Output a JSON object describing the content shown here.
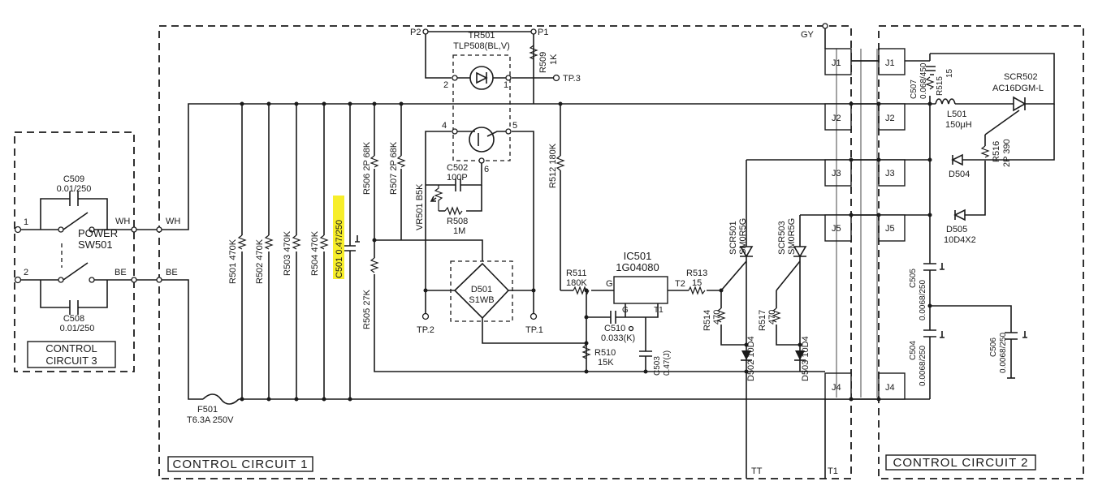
{
  "circuits": {
    "control_1": "CONTROL CIRCUIT 1",
    "control_2": "CONTROL CIRCUIT 2",
    "control_3_line1": "CONTROL",
    "control_3_line2": "CIRCUIT 3"
  },
  "switch": {
    "label1": "POWER",
    "label2": "SW501",
    "terminal1": "1",
    "terminal2": "2",
    "wh": "WH",
    "be": "BE"
  },
  "cap_c509": {
    "name": "C509",
    "value": "0.01/250"
  },
  "cap_c508": {
    "name": "C508",
    "value": "0.01/250"
  },
  "wire_wh": "WH",
  "wire_be": "BE",
  "fuse": {
    "name": "F501",
    "value": "T6.3A 250V"
  },
  "resistors": {
    "r501": "R501 470K",
    "r502": "R502 470K",
    "r503": "R503 470K",
    "r504": "R504 470K",
    "r505": "R505 27K",
    "r506": "R506 2P 68K",
    "r507": "R507 2P 68K",
    "r508_name": "R508",
    "r508_value": "1M",
    "r509_name": "R509",
    "r509_value": "1K",
    "r510_name": "R510",
    "r510_value": "15K",
    "r511_name": "R511",
    "r511_value": "180K",
    "r512": "R512 180K",
    "r513_name": "R513",
    "r513_value": "15",
    "r514_name": "R514",
    "r514_value": "470",
    "r515_name": "R515",
    "r515_value": "15",
    "r516_name": "R516",
    "r516_value": "2P 390",
    "r517_name": "R517",
    "r517_value": "470"
  },
  "c501": {
    "label": "C501 0.47/250",
    "highlight_color": "#f7ee2a"
  },
  "c502": {
    "name": "C502",
    "value": "100P"
  },
  "c503": {
    "name": "C503",
    "value": "0.47(J)"
  },
  "c504": {
    "name": "C504",
    "value": "0.0068/250"
  },
  "c505": {
    "name": "C505",
    "value": "0.0068/250"
  },
  "c506": {
    "name": "C506",
    "value": "0.0068/250"
  },
  "c507": {
    "name": "C507",
    "value": "0.068/450"
  },
  "c510": {
    "name": "C510",
    "value": "0.033(K)"
  },
  "vr501": "VR501 B5K",
  "tr501": {
    "name": "TR501",
    "part": "TLP508(BL,V)",
    "pin1": "1",
    "pin2": "2",
    "pin4": "4",
    "pin5": "5",
    "pin6": "6"
  },
  "d501": {
    "name": "D501",
    "part": "S1WB"
  },
  "ic501": {
    "name": "IC501",
    "part": "1G04080",
    "pin_g": "G",
    "pin_t2": "T2",
    "pin_g2": "G",
    "pin_t1": "T1"
  },
  "scr501": {
    "name": "SCR501",
    "part": "SM0R5G"
  },
  "scr503": {
    "name": "SCR503",
    "part": "SM0R5G"
  },
  "scr502": {
    "name": "SCR502",
    "part": "AC16DGM-L"
  },
  "l501": {
    "name": "L501",
    "value": "150μH"
  },
  "d502": "D502 10D4",
  "d503": "D503 10D4",
  "d504": "D504",
  "d505_name": "D505",
  "d505_value": "10D4X2",
  "test_points": {
    "tp1": "TP.1",
    "tp2": "TP.2",
    "tp3": "TP.3"
  },
  "points": {
    "p1": "P1",
    "p2": "P2",
    "gy": "GY",
    "tt": "TT",
    "t1": "T1"
  },
  "connectors": {
    "j1": "J1",
    "j2": "J2",
    "j3": "J3",
    "j4": "J4",
    "j5": "J5"
  }
}
